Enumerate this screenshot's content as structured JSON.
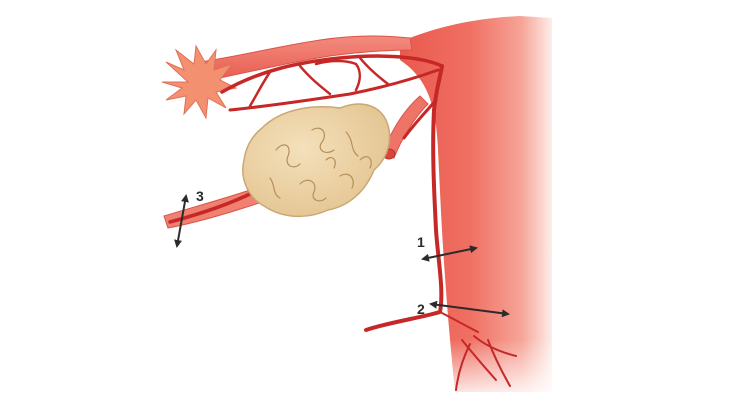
{
  "colors": {
    "background": "#ffffff",
    "uterus_body": "#ef6f62",
    "uterus_highlight": "#f7b0a5",
    "artery": "#c62828",
    "artery_dark": "#a11a1a",
    "tube": "#ec6a5e",
    "fimbriae": "#f29070",
    "ovary_fill": "#ecd2a4",
    "ovary_stroke": "#c9a876",
    "arrow": "#2b2b2b"
  },
  "markers": [
    {
      "label": "1"
    },
    {
      "label": "2"
    },
    {
      "label": "3"
    }
  ]
}
